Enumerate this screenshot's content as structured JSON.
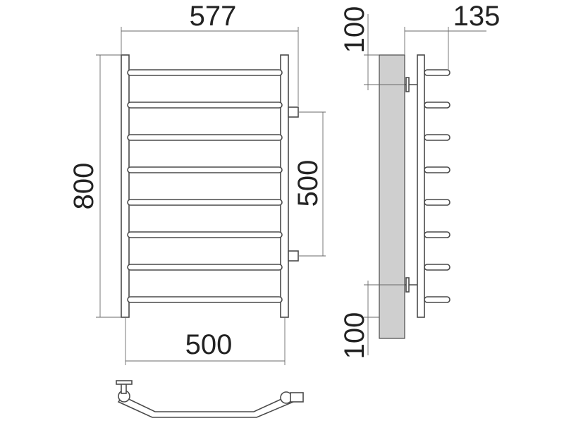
{
  "dimensions": {
    "overall_width": "577",
    "mount_width": "500",
    "overall_height": "800",
    "connection_spacing": "500",
    "depth": "135",
    "top_offset": "100",
    "bottom_offset": "100"
  },
  "rungs": 8,
  "colors": {
    "line": "#4a4a4a",
    "wall": "#cfcfcf",
    "text": "#222222"
  }
}
